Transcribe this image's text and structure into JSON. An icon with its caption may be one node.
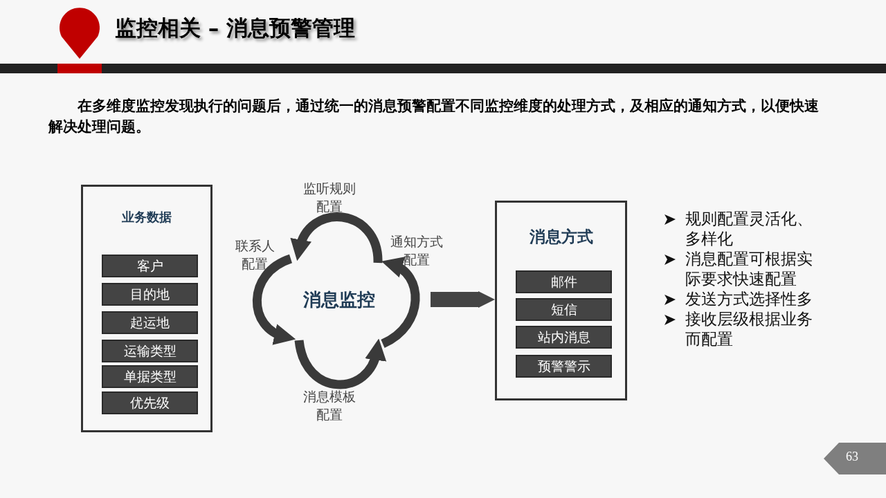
{
  "diagram": {
    "title": "监控相关 – 消息预警管理",
    "nodes": [
      {
        "text": [
          "业务数据"
        ]
      },
      {
        "text": [
          "客户"
        ],
        "in": 0
      },
      {
        "text": [
          "目的地"
        ],
        "in": 0
      },
      {
        "text": [
          "起运地"
        ],
        "in": 0
      },
      {
        "text": [
          "运输类型"
        ],
        "in": 0
      },
      {
        "text": [
          "单据类型"
        ],
        "in": 0
      },
      {
        "text": [
          "优先级"
        ],
        "in": 0
      },
      {
        "text": [
          "消息监控"
        ]
      },
      {
        "text": [
          "消息方式"
        ]
      },
      {
        "text": [
          "邮件"
        ],
        "in": 8
      },
      {
        "text": [
          "短信"
        ],
        "in": 8
      },
      {
        "text": [
          "站内消息"
        ],
        "in": 8
      },
      {
        "text": [
          "预警警示"
        ],
        "in": 8
      }
    ],
    "edges": [
      {
        "from": 7,
        "to": 8,
        "arrow": "to"
      }
    ],
    "labels": [
      "在多维度监控发现执行的问题后，通过统一的消息预警配置不同监控维度的处理方式，及相应的通知方式，以便快速解决处理问题。",
      "监听规则配置",
      "联系人配置",
      "通知方式配置",
      "消息模板配置",
      "规则配置灵活化、多样化",
      "消息配置可根据实际要求快速配置",
      "发送方式选择性多",
      "接收层级根据业务而配置",
      "63"
    ]
  }
}
